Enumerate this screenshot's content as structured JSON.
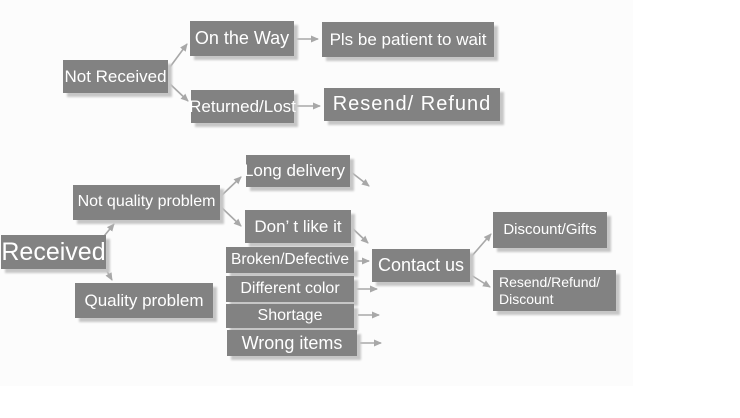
{
  "colors": {
    "box_fill": "#828282",
    "box_text": "#ffffff",
    "arrow": "#a8a8a8",
    "shadow": "#c6c6c6",
    "background": "#fcfcfc"
  },
  "flowchart": {
    "nodes": {
      "not_received": {
        "label": "Not Received"
      },
      "on_the_way": {
        "label": "On the Way"
      },
      "pls_be_patient": {
        "label": "Pls be patient to wait"
      },
      "returned_lost": {
        "label": "Returned/Lost"
      },
      "resend_refund": {
        "label": "Resend/ Refund"
      },
      "received": {
        "label": "Received"
      },
      "not_quality_problem": {
        "label": "Not quality problem"
      },
      "long_delivery": {
        "label": "Long delivery"
      },
      "dont_like_it": {
        "label": "Don’ t like it"
      },
      "quality_problem": {
        "label": "Quality problem"
      },
      "broken_defective": {
        "label": "Broken/Defective"
      },
      "different_color": {
        "label": "Different color"
      },
      "shortage": {
        "label": "Shortage"
      },
      "wrong_items": {
        "label": "Wrong items"
      },
      "contact_us": {
        "label": "Contact us"
      },
      "discount_gifts": {
        "label": "Discount/Gifts"
      },
      "resend_refund_discount": {
        "label": "Resend/Refund/ Discount",
        "lines": [
          "Resend/Refund/",
          "Discount"
        ]
      }
    },
    "edges": [
      {
        "from": "not_received",
        "to": "on_the_way"
      },
      {
        "from": "not_received",
        "to": "returned_lost"
      },
      {
        "from": "on_the_way",
        "to": "pls_be_patient"
      },
      {
        "from": "returned_lost",
        "to": "resend_refund"
      },
      {
        "from": "received",
        "to": "not_quality_problem"
      },
      {
        "from": "received",
        "to": "quality_problem"
      },
      {
        "from": "not_quality_problem",
        "to": "long_delivery"
      },
      {
        "from": "not_quality_problem",
        "to": "dont_like_it"
      },
      {
        "from": "long_delivery",
        "to": "contact_us"
      },
      {
        "from": "dont_like_it",
        "to": "contact_us"
      },
      {
        "from": "quality_problem",
        "to": "broken_defective"
      },
      {
        "from": "quality_problem",
        "to": "different_color"
      },
      {
        "from": "quality_problem",
        "to": "shortage"
      },
      {
        "from": "quality_problem",
        "to": "wrong_items"
      },
      {
        "from": "broken_defective",
        "to": "contact_us"
      },
      {
        "from": "different_color",
        "to": "contact_us"
      },
      {
        "from": "shortage",
        "to": "contact_us"
      },
      {
        "from": "wrong_items",
        "to": "contact_us"
      },
      {
        "from": "contact_us",
        "to": "discount_gifts"
      },
      {
        "from": "contact_us",
        "to": "resend_refund_discount"
      }
    ]
  }
}
